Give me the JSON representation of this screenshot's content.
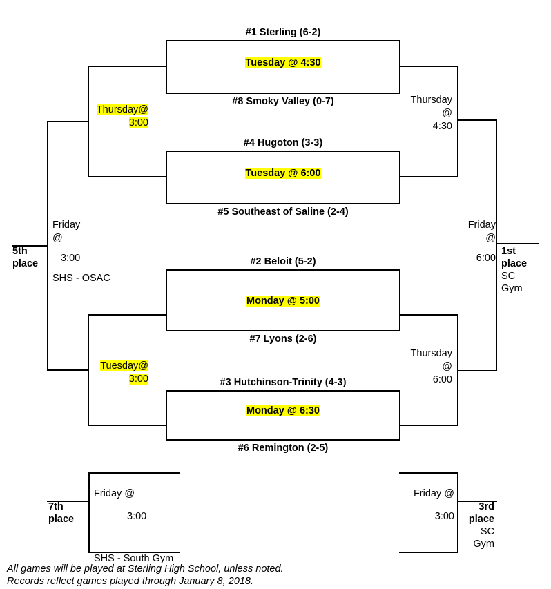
{
  "tournament": {
    "footer_line1": "All games will be played at Sterling High School, unless noted.",
    "footer_line2": "Records reflect games played through January 8, 2018.",
    "highlight_color": "#FFFF00"
  },
  "round1": [
    {
      "top_team": "#1 Sterling (6-2)",
      "bottom_team": "#8 Smoky Valley (0-7)",
      "time": "Tuesday @ 4:30"
    },
    {
      "top_team": "#4 Hugoton (3-3)",
      "bottom_team": "#5 Southeast of Saline (2-4)",
      "time": "Tuesday @ 6:00"
    },
    {
      "top_team": "#2 Beloit (5-2)",
      "bottom_team": "#7 Lyons (2-6)",
      "time": "Monday @ 5:00"
    },
    {
      "top_team": "#3 Hutchinson-Trinity (4-3)",
      "bottom_team": "#6 Remington (2-5)",
      "time": "Monday @ 6:30"
    }
  ],
  "consolation_semis": [
    {
      "day": "Thursday@",
      "time": "3:00"
    },
    {
      "day": "Tuesday@",
      "time": "3:00"
    }
  ],
  "championship_semis": [
    {
      "day": "Thursday",
      "at": "@",
      "time": "4:30"
    },
    {
      "day": "Thursday",
      "at": "@",
      "time": "6:00"
    }
  ],
  "fifth_place_game": {
    "day": "Friday",
    "at": "@",
    "time": "3:00",
    "venue": "SHS - OSAC",
    "label_line1": "5th",
    "label_line2": "place"
  },
  "championship_game": {
    "day": "Friday",
    "at": "@",
    "time": "6:00",
    "label_line1": "1st",
    "label_line2": "place",
    "venue_line1": "SC",
    "venue_line2": "Gym"
  },
  "seventh_place_game": {
    "day": "Friday @",
    "time": "3:00",
    "venue": "SHS - South Gym",
    "label_line1": "7th",
    "label_line2": "place"
  },
  "third_place_game": {
    "day": "Friday @",
    "time": "3:00",
    "label_line1": "3rd",
    "label_line2": "place",
    "venue_line1": "SC",
    "venue_line2": "Gym"
  }
}
